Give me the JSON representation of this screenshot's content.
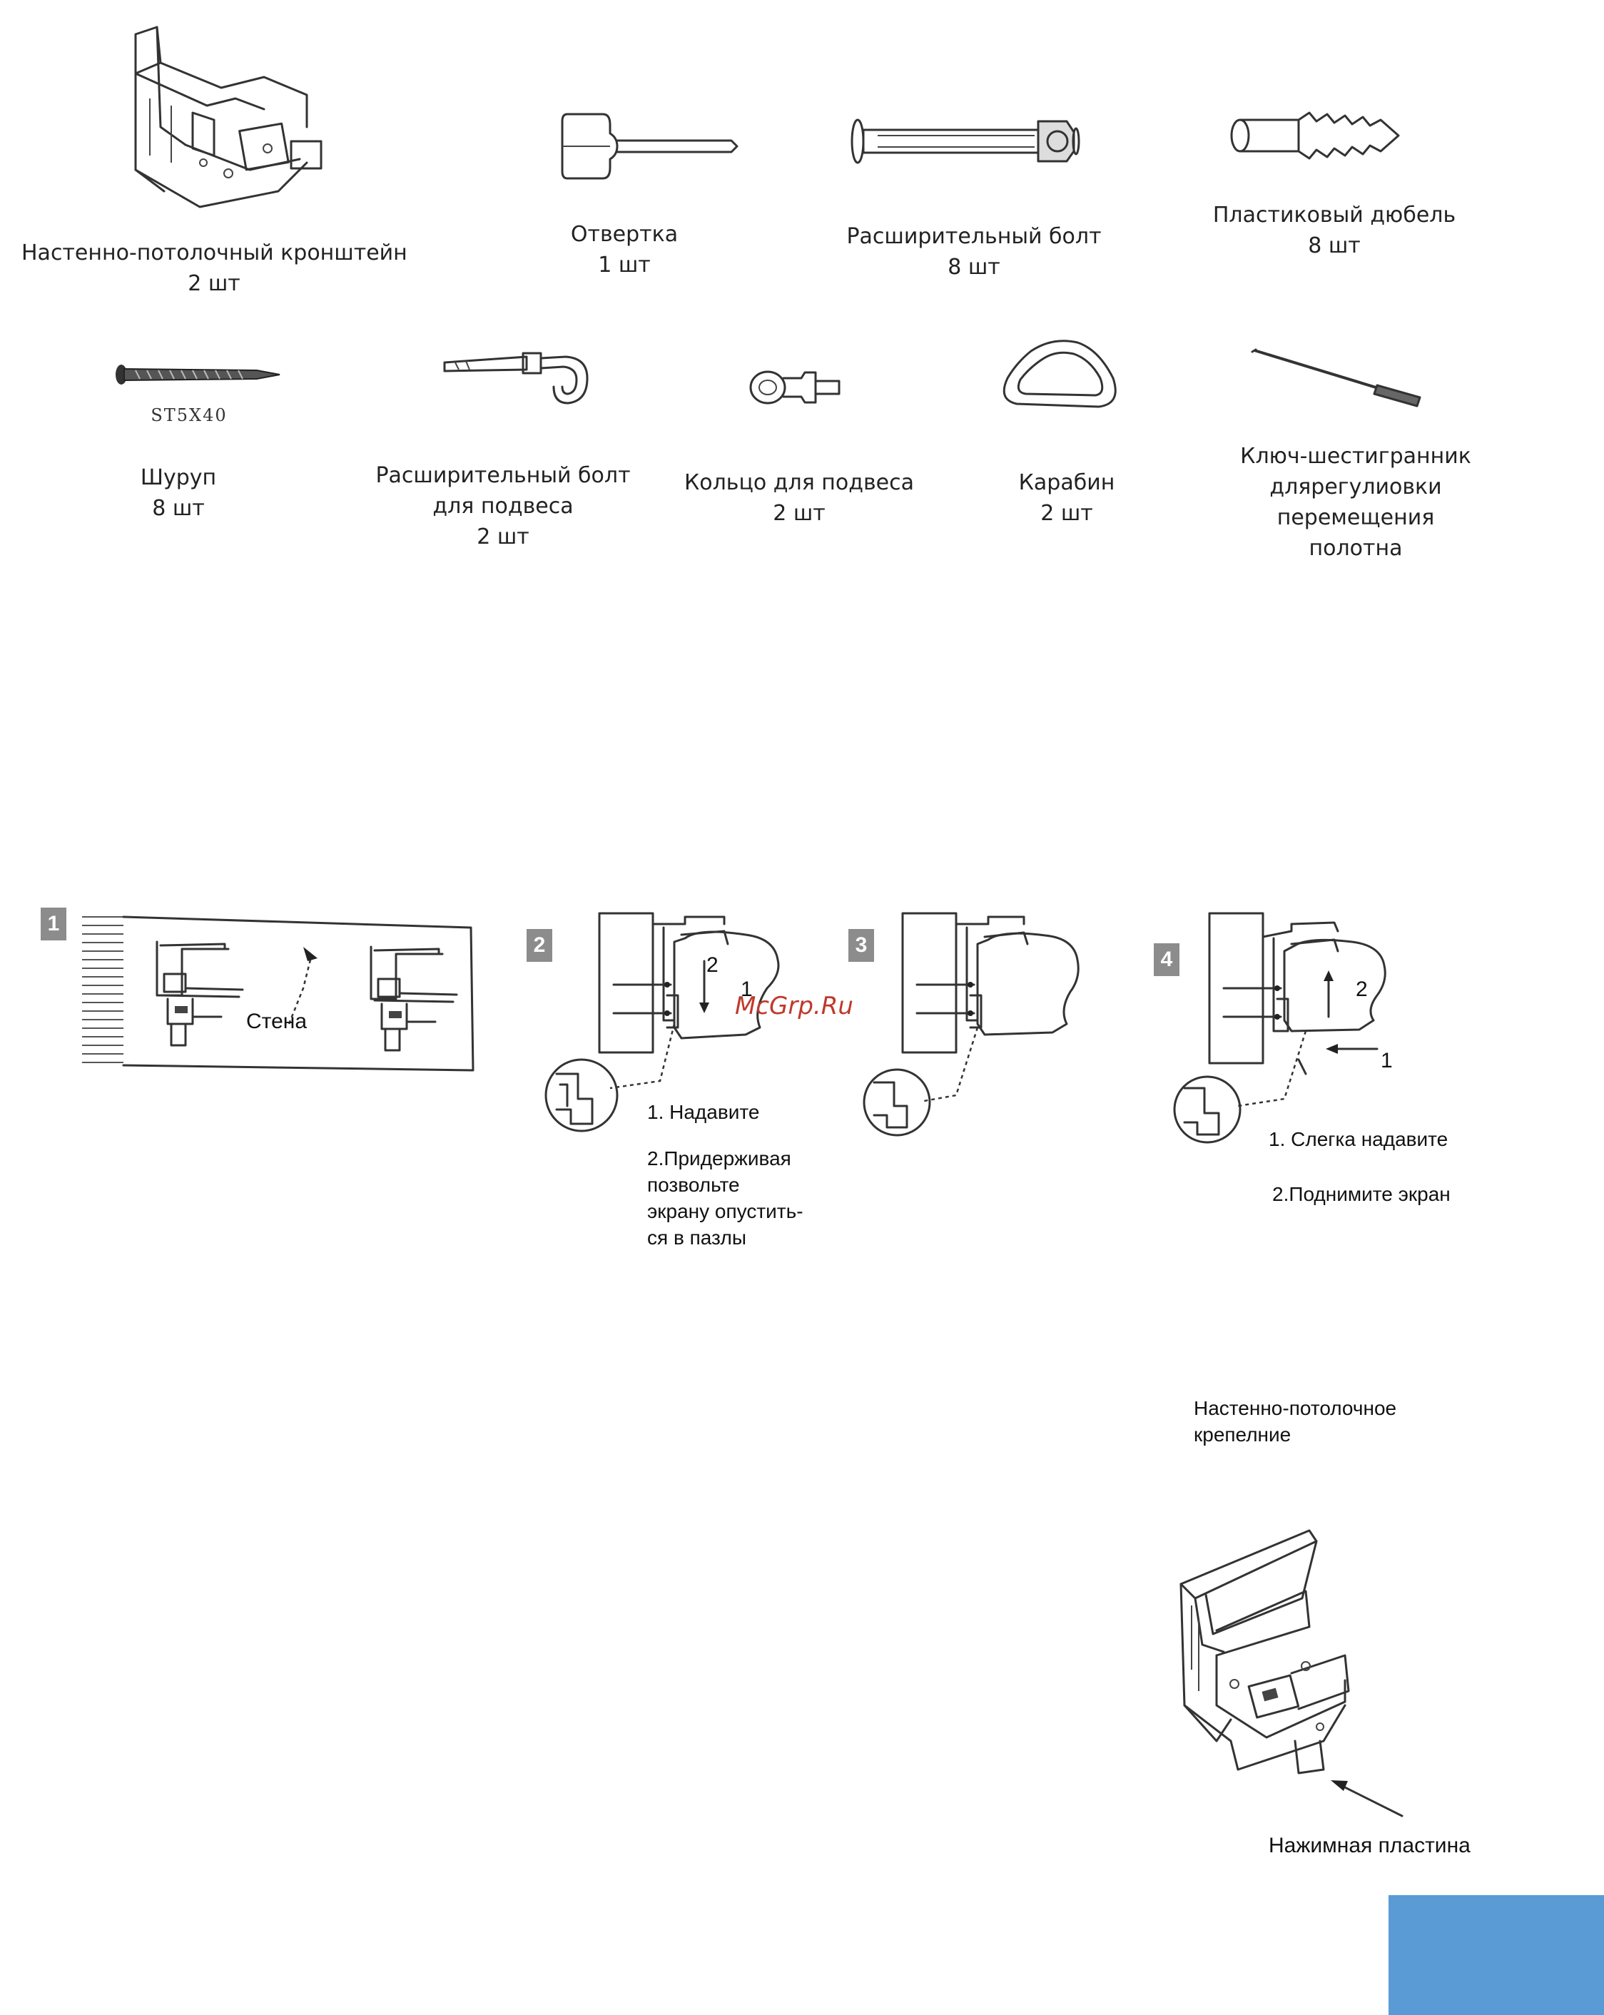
{
  "parts_row1": [
    {
      "name": "Настенно-потолочный кронштейн",
      "qty": "2 шт"
    },
    {
      "name": "Отвертка",
      "qty": "1 шт"
    },
    {
      "name": "Расширительный болт",
      "qty": "8 шт"
    },
    {
      "name": "Пластиковый дюбель",
      "qty": "8 шт"
    }
  ],
  "parts_row2": [
    {
      "name": "Шуруп",
      "qty": "8 шт",
      "mark": "ST5X40"
    },
    {
      "name_line1": "Расширительный болт",
      "name_line2": "для подвеса",
      "qty": "2 шт"
    },
    {
      "name": "Кольцо для подвеса",
      "qty": "2 шт"
    },
    {
      "name": "Карабин",
      "qty": "2 шт"
    },
    {
      "lines": [
        "Ключ-шестигранник",
        "длярегулиовки",
        "перемещения",
        "полотна"
      ]
    }
  ],
  "steps": {
    "step1": {
      "number": "1",
      "label": "Стена"
    },
    "step2": {
      "number": "2",
      "arrow_labels": [
        "2",
        "1"
      ],
      "note1": "1. Надавите",
      "note2_lines": [
        "2.Придерживая",
        "позвольте",
        "экрану опустить-",
        "ся в пазлы"
      ]
    },
    "step3": {
      "number": "3"
    },
    "step4": {
      "number": "4",
      "arrow_labels": [
        "2",
        "1"
      ],
      "note1": "1. Слегка надавите",
      "note2": "2.Поднимите экран"
    }
  },
  "bracket_detail": {
    "title_lines": [
      "Настенно-потолочное",
      "крепелние"
    ],
    "pointer_label": "Нажимная пластина"
  },
  "watermark": "McGrp.Ru",
  "colors": {
    "accent_block": "#5b9bd5",
    "badge": "#8c8c8c",
    "watermark": "#c0392b"
  }
}
